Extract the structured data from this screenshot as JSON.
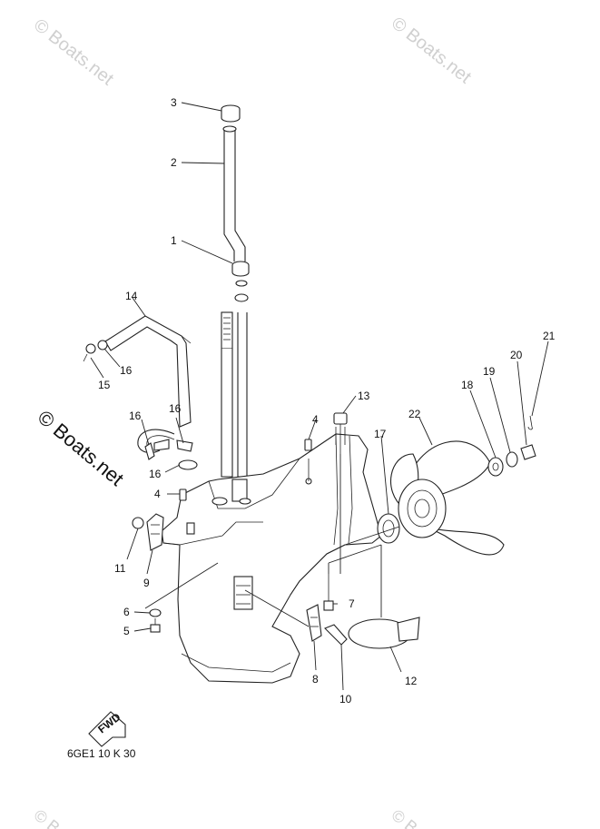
{
  "watermarks": {
    "top_left": "© Boats.net",
    "top_right": "© Boats.net",
    "side": "© Boats.net",
    "bottom_left": "© B",
    "bottom_right": "© B"
  },
  "callouts": [
    "1",
    "2",
    "3",
    "4",
    "4",
    "5",
    "6",
    "7",
    "8",
    "9",
    "10",
    "11",
    "12",
    "13",
    "14",
    "15",
    "16",
    "16",
    "16",
    "16",
    "17",
    "18",
    "19",
    "20",
    "21",
    "22"
  ],
  "fwd_label": "FWD",
  "catalog_code": "6GE1 10 K 30"
}
